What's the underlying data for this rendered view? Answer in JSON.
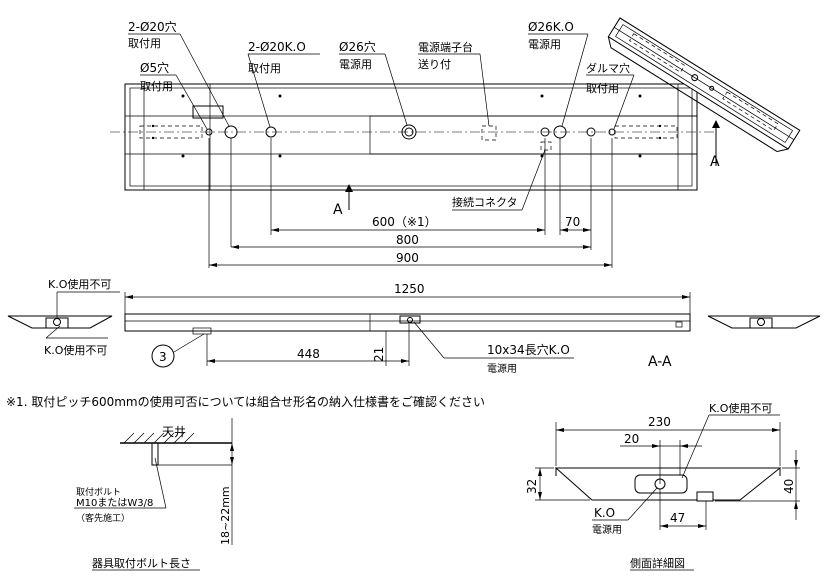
{
  "labels": {
    "hole_2x20": "2-Ø20穴",
    "hole_2x20_sub": "取付用",
    "hole_5": "Ø5穴",
    "hole_5_sub": "取付用",
    "hole_2x20k": "2-Ø20K.O",
    "hole_2x20k_sub": "取付用",
    "hole_26": "Ø26穴",
    "hole_26_sub": "電源用",
    "terminal": "電源端子台",
    "terminal_sub": "送り付",
    "hole_26k": "Ø26K.O",
    "hole_26k_sub": "電源用",
    "daruma": "ダルマ穴",
    "daruma_sub": "取付用",
    "section_a": "A",
    "section_a_bottom": "A",
    "connector": "接続コネクタ",
    "ko_unusable_1": "K.O使用不可",
    "ko_unusable_2": "K.O使用不可",
    "ko_unusable_3": "K.O使用不可",
    "balloon_3": "3",
    "slot_label": "10x34長穴K.O",
    "slot_sub": "電源用",
    "section_aa": "A-A",
    "footnote": "※1. 取付ピッチ600mmの使用可否については組合せ形名の納入仕様書をご確認ください",
    "ceiling": "天井",
    "bolt_1": "取付ボルト",
    "bolt_2": "M10またはW3/8",
    "bolt_3": "（客先施工）",
    "bolt_len": "18~22mm",
    "bolt_title": "器具取付ボルト長さ",
    "ko_power": "K.O",
    "ko_power_sub": "電源用",
    "side_title": "側面詳細図"
  },
  "dims": {
    "d600": "600（※1）",
    "d70": "70",
    "d800": "800",
    "d900": "900",
    "d1250": "1250",
    "d448": "448",
    "d21": "21",
    "d230": "230",
    "d20": "20",
    "d32": "32",
    "d40": "40",
    "d47": "47"
  }
}
